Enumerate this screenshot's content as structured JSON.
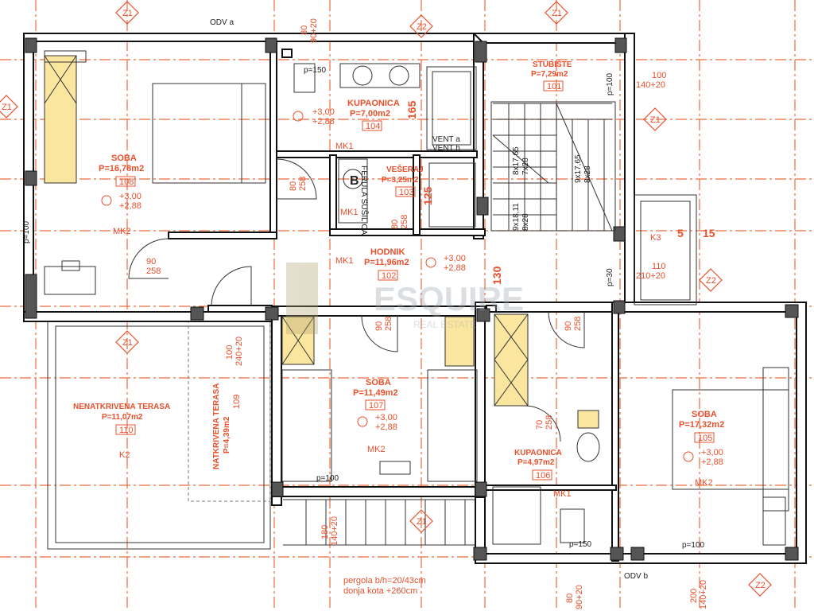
{
  "rooms": [
    {
      "id": "soba-108",
      "name": "SOBA",
      "area": "P=16,78m2",
      "num": "108",
      "lv1": "+3,00",
      "lv2": "+2,88",
      "mk": "MK2"
    },
    {
      "id": "kupaonica-104",
      "name": "KUPAONICA",
      "area": "P=7,00m2",
      "num": "104",
      "lv1": "+3,00",
      "lv2": "+2,88"
    },
    {
      "id": "stubiste-101",
      "name": "STUBIŠTE",
      "area": "P=7,29m2",
      "num": "101"
    },
    {
      "id": "veseraj-103",
      "name": "VEŠERAJ",
      "area": "P=3,25m2",
      "num": "103"
    },
    {
      "id": "hodnik-102",
      "name": "HODNIK",
      "area": "P=11,96m2",
      "num": "102",
      "lv1": "+3,00",
      "lv2": "+2,88"
    },
    {
      "id": "terasa-110",
      "name": "NENATKRIVENA TERASA",
      "area": "P=11,07m2",
      "num": "110",
      "mk": "K2"
    },
    {
      "id": "terasa-109",
      "name": "NATKRIVENA TERASA",
      "area": "P=4,39m2",
      "num": "109"
    },
    {
      "id": "soba-107",
      "name": "SOBA",
      "area": "P=11,49m2",
      "num": "107",
      "lv1": "+3,00",
      "lv2": "+2,88",
      "mk": "MK2"
    },
    {
      "id": "kupaonica-106",
      "name": "KUPAONICA",
      "area": "P=4,97m2",
      "num": "106",
      "mk": "MK1"
    },
    {
      "id": "soba-105",
      "name": "SOBA",
      "area": "P=17,32m2",
      "num": "105",
      "lv1": "+3,00",
      "lv2": "+2,88",
      "mk": "MK2"
    }
  ],
  "axes": {
    "z1": "Z1",
    "z2": "Z2"
  },
  "labels": {
    "odv_a": "ODV a",
    "odv_b": "ODV b",
    "vent_a": "VENT a",
    "vent_b": "VENT h",
    "mk1": "MK1",
    "k3": "K3",
    "b": "B",
    "p150": "p=150",
    "p100": "p=100",
    "p30": "p=30",
    "pergola1": "pergola b/h=20/43cm",
    "pergola2": "donja kota +260cm",
    "ferule": "FERULA SUŠILICA",
    "stairs1": "8x17,65",
    "stairs1b": "7x28",
    "stairs2": "9x17,65",
    "stairs2b": "8x28",
    "stairs3": "9x18,11",
    "stairs3b": "8x28",
    "watermark": "ESQUIRE",
    "watermark_sub": "REAL ESTATE"
  },
  "dims": {
    "d165": "165",
    "d125": "125",
    "d130": "130",
    "d5": "5",
    "d15": "15",
    "w80": "80",
    "w90_20": "90+20",
    "w258": "258",
    "w90": "90",
    "w100": "100",
    "w140_20": "140+20",
    "w110": "110",
    "w210_20": "210+20",
    "w240_20": "240+20",
    "w70": "70",
    "w180": "180",
    "w200": "200"
  }
}
